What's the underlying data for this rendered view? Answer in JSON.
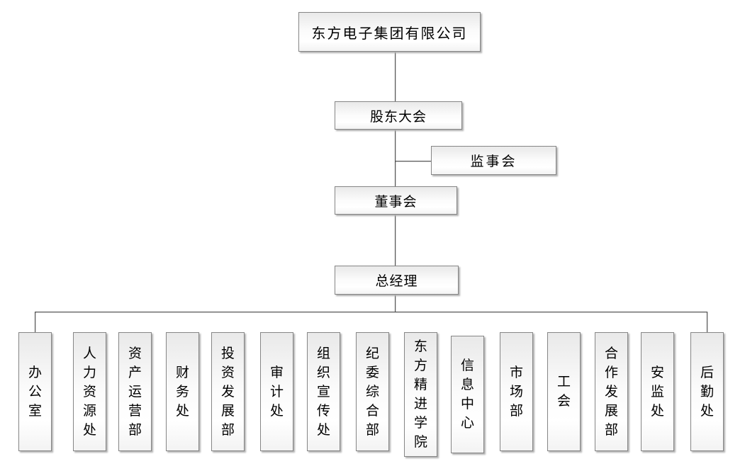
{
  "org": {
    "company": "东方电子集团有限公司",
    "shareholders_meeting": "股东大会",
    "supervisory_board": "监事会",
    "board_of_directors": "董事会",
    "general_manager": "总经理",
    "departments": [
      "办公室",
      "人力资源处",
      "资产运营部",
      "财务处",
      "投资发展部",
      "审计处",
      "组织宣传处",
      "纪委综合部",
      "东方精进学院",
      "信息中心",
      "市场部",
      "工会",
      "合作发展部",
      "安监处",
      "后勤处"
    ]
  },
  "chart_data": {
    "type": "org-chart",
    "title": "东方电子集团有限公司",
    "edges": [
      {
        "from": "东方电子集团有限公司",
        "to": "股东大会"
      },
      {
        "from": "股东大会",
        "to": "监事会"
      },
      {
        "from": "股东大会",
        "to": "董事会"
      },
      {
        "from": "董事会",
        "to": "总经理"
      },
      {
        "from": "总经理",
        "to": "办公室"
      },
      {
        "from": "总经理",
        "to": "人力资源处"
      },
      {
        "from": "总经理",
        "to": "资产运营部"
      },
      {
        "from": "总经理",
        "to": "财务处"
      },
      {
        "from": "总经理",
        "to": "投资发展部"
      },
      {
        "from": "总经理",
        "to": "审计处"
      },
      {
        "from": "总经理",
        "to": "组织宣传处"
      },
      {
        "from": "总经理",
        "to": "纪委综合部"
      },
      {
        "from": "总经理",
        "to": "东方精进学院"
      },
      {
        "from": "总经理",
        "to": "信息中心"
      },
      {
        "from": "总经理",
        "to": "市场部"
      },
      {
        "from": "总经理",
        "to": "工会"
      },
      {
        "from": "总经理",
        "to": "合作发展部"
      },
      {
        "from": "总经理",
        "to": "安监处"
      },
      {
        "from": "总经理",
        "to": "后勤处"
      }
    ],
    "colors": {
      "connector_line": "#4d4d4d",
      "box_border": "#868686",
      "box_fill_top": "#e9e9e9",
      "box_fill_bottom": "#ffffff",
      "box_shadow": "#b0b0b0",
      "text": "#000000",
      "background": "#ffffff"
    }
  }
}
